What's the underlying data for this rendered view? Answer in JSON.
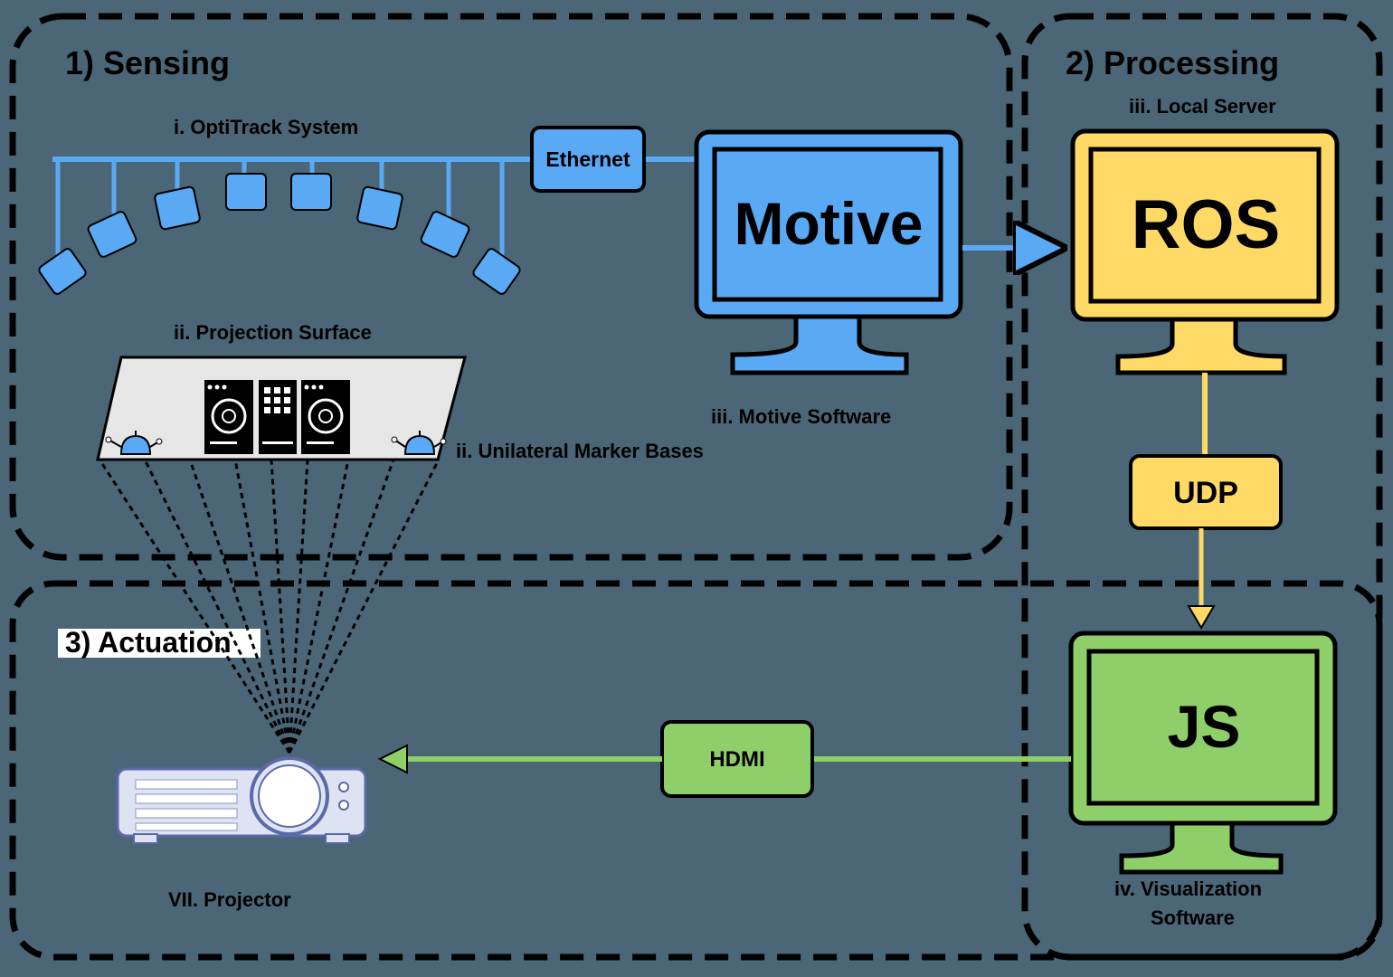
{
  "regions": {
    "sensing": {
      "title": "1) Sensing"
    },
    "processing": {
      "title": "2) Processing",
      "subtitle": "iii. Local Server"
    },
    "actuation": {
      "title": "3) Actuation"
    }
  },
  "components": {
    "optitrack": {
      "label": "i. OptiTrack System"
    },
    "projection_surface": {
      "label": "ii. Projection Surface"
    },
    "markers": {
      "label": "ii. Unilateral Marker Bases"
    },
    "motive_software": {
      "label": "iii. Motive Software"
    },
    "visualization": {
      "label_line1": "iv. Visualization",
      "label_line2": "Software"
    },
    "projector": {
      "label": "VII. Projector"
    }
  },
  "monitors": {
    "motive": {
      "text": "Motive",
      "fill": "#5aa9f5"
    },
    "ros": {
      "text": "ROS",
      "fill": "#ffd966"
    },
    "js": {
      "text": "JS",
      "fill": "#8fcf6a"
    }
  },
  "connectors": {
    "ethernet": {
      "label": "Ethernet",
      "color": "#5aa9f5"
    },
    "udp": {
      "label": "UDP",
      "color": "#ffd966"
    },
    "hdmi": {
      "label": "HDMI",
      "color": "#8fcf6a"
    }
  },
  "colors": {
    "background": "#4b6676",
    "dash": "#000000",
    "camera": "#5aa9f5",
    "surface": "#e6e6e6",
    "projector": "#dde3f3"
  }
}
